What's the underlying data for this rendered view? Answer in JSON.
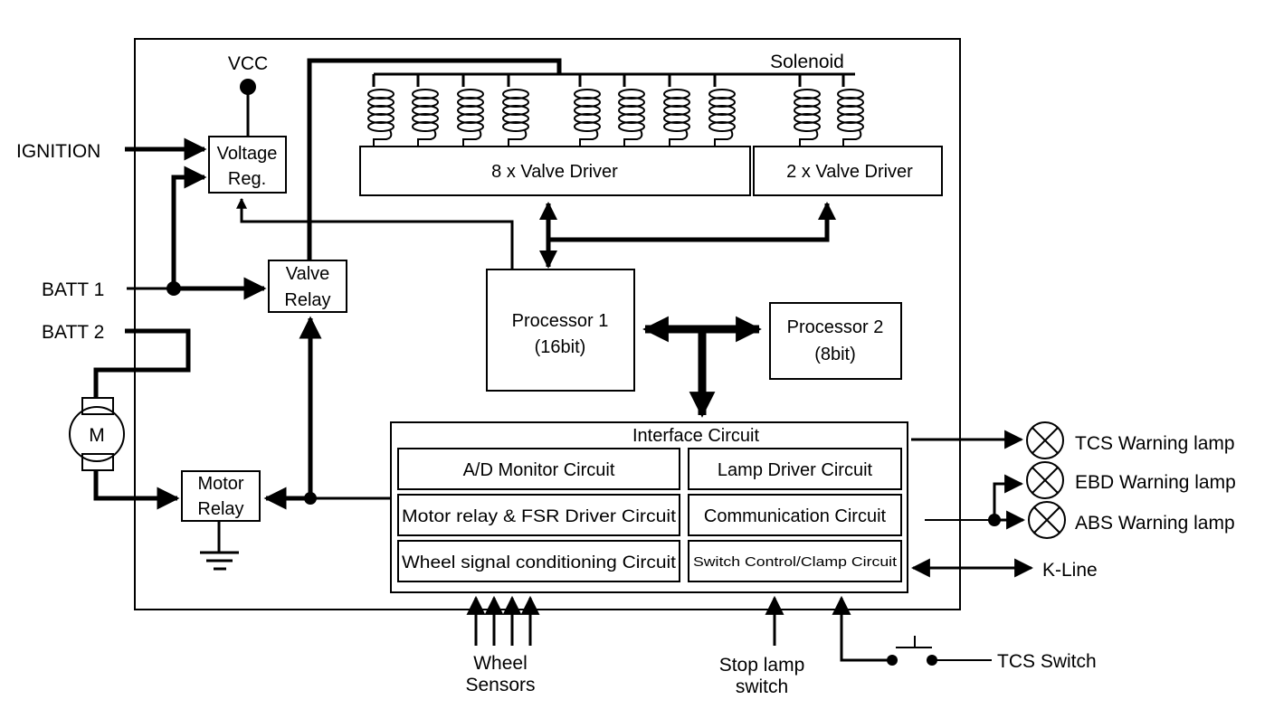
{
  "diagram": {
    "external_inputs": {
      "ignition": "IGNITION",
      "batt1": "BATT 1",
      "batt2": "BATT 2",
      "vcc": "VCC",
      "motor": "M"
    },
    "blocks": {
      "voltage_reg": [
        "Voltage",
        "Reg."
      ],
      "valve_relay": [
        "Valve",
        "Relay"
      ],
      "motor_relay": [
        "Motor",
        "Relay"
      ],
      "valve_driver_8": "8 x Valve Driver",
      "valve_driver_2": "2 x Valve Driver",
      "solenoid": "Solenoid",
      "processor1": [
        "Processor 1",
        "(16bit)"
      ],
      "processor2": [
        "Processor 2",
        "(8bit)"
      ]
    },
    "interface": {
      "title": "Interface Circuit",
      "circuits": [
        "A/D Monitor Circuit",
        "Lamp Driver Circuit",
        "Motor relay & FSR Driver Circuit",
        "Communication Circuit",
        "Wheel signal conditioning Circuit",
        "Switch Control/Clamp Circuit"
      ]
    },
    "outputs": {
      "tcs_lamp": "TCS Warning lamp",
      "ebd_lamp": "EBD Warning lamp",
      "abs_lamp": "ABS Warning lamp",
      "kline": "K-Line"
    },
    "bottom_inputs": {
      "wheel_sensors": [
        "Wheel",
        "Sensors"
      ],
      "stop_lamp": [
        "Stop lamp",
        "switch"
      ],
      "tcs_switch": "TCS Switch"
    },
    "counts": {
      "solenoids_group1": 8,
      "solenoids_group2": 2,
      "wheel_sensor_lines": 4
    }
  }
}
